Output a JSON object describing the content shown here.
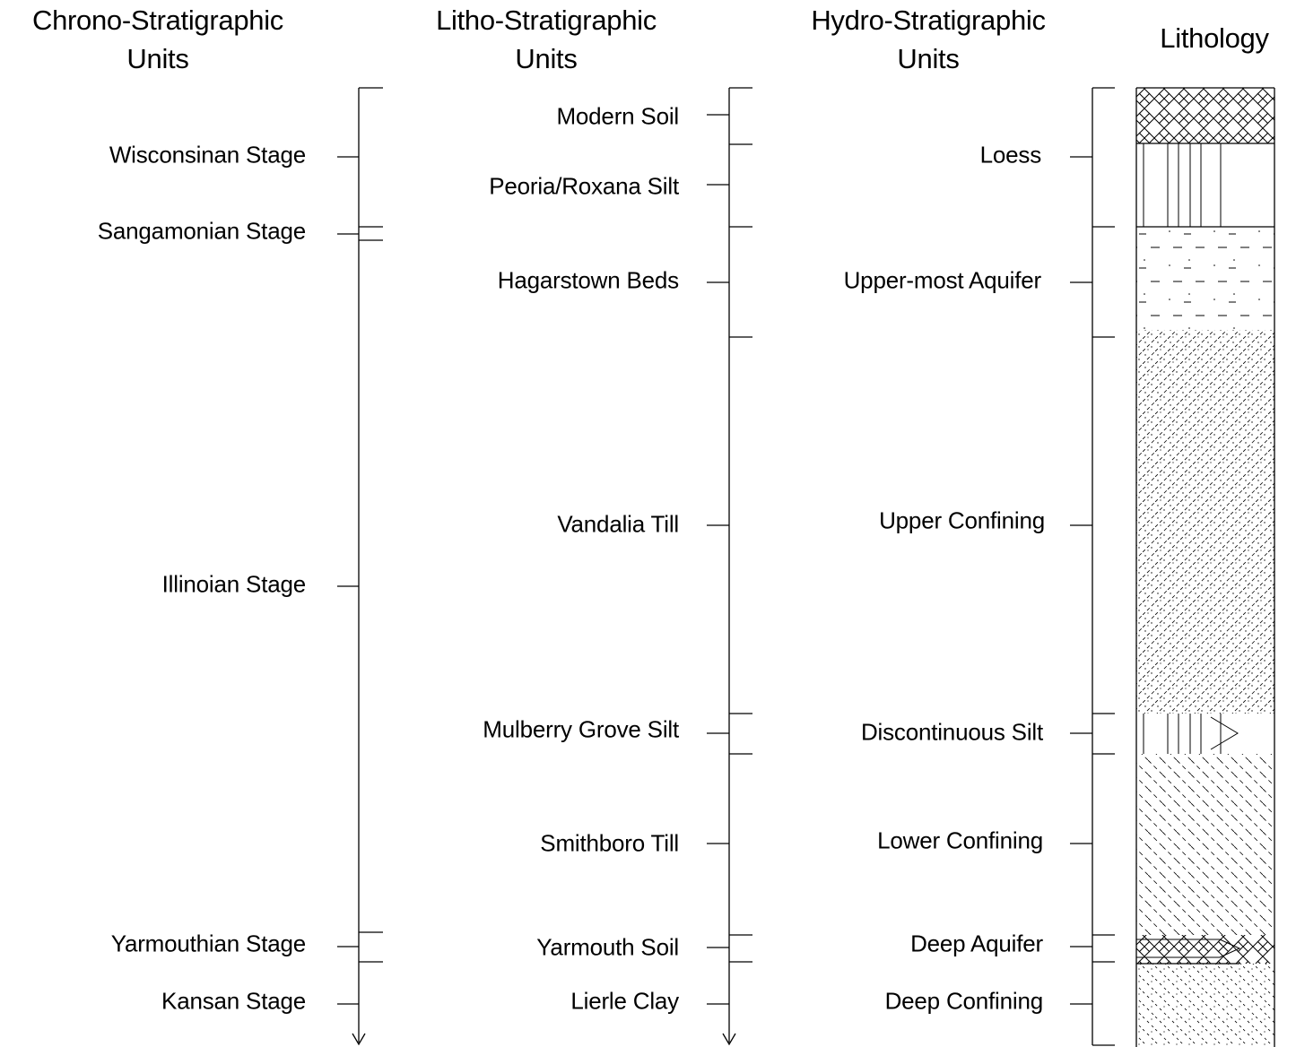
{
  "headers": {
    "chrono": {
      "line1": "Chrono-Stratigraphic",
      "line2": "Units"
    },
    "litho": {
      "line1": "Litho-Stratigraphic",
      "line2": "Units"
    },
    "hydro": {
      "line1": "Hydro-Stratigraphic",
      "line2": "Units"
    },
    "lithology": "Lithology"
  },
  "chrono_units": [
    "Wisconsinan Stage",
    "Sangamonian Stage",
    "Illinoian Stage",
    "Yarmouthian Stage",
    "Kansan Stage"
  ],
  "litho_units": [
    "Modern Soil",
    "Peoria/Roxana Silt",
    "Hagarstown Beds",
    "Vandalia Till",
    "Mulberry Grove Silt",
    "Smithboro Till",
    "Yarmouth Soil",
    "Lierle Clay"
  ],
  "hydro_units": [
    "Loess",
    "Upper-most Aquifer",
    "Upper Confining",
    "Discontinuous Silt",
    "Lower Confining",
    "Deep Aquifer",
    "Deep Confining"
  ],
  "lithology_patterns": [
    "soil-crosshatch",
    "silt-vertical-lines",
    "sand-dashes",
    "till-dots-diagonal",
    "silt-vertical-lines",
    "till-diagonal",
    "soil-crosshatch",
    "clay-diagonal-dots"
  ],
  "colors": {
    "ink": "#000000",
    "background": "#ffffff"
  }
}
